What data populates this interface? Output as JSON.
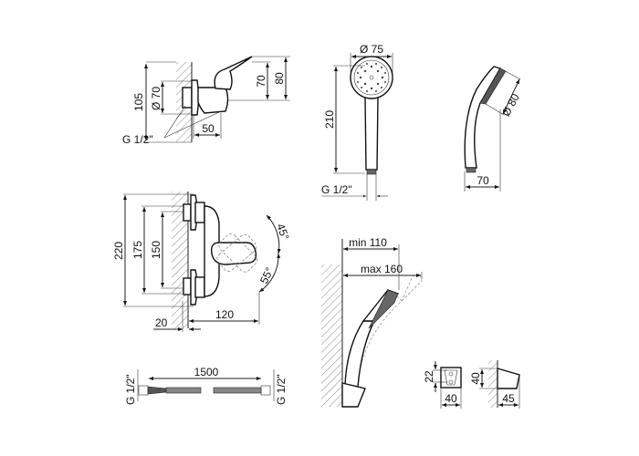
{
  "mixer_top": {
    "d105": "105",
    "d_phi70": "Ø 70",
    "d70": "70",
    "d80": "80",
    "d50": "50",
    "thread": "G 1/2\""
  },
  "mixer_front": {
    "d220": "220",
    "d175": "175",
    "d150": "150",
    "d20": "20",
    "d120": "120",
    "a45": "45°",
    "a55": "55°"
  },
  "hose": {
    "length": "1500",
    "thread_left": "G 1/2\"",
    "thread_right": "G 1/2\""
  },
  "handshower_front": {
    "d_phi75": "Ø 75",
    "d210": "210",
    "thread": "G 1/2\""
  },
  "handshower_side": {
    "d_phi80": "Ø 80",
    "d70": "70"
  },
  "wall_mount": {
    "min": "min 110",
    "max": "max 160"
  },
  "holder": {
    "front_h": "22",
    "front_w": "40",
    "side_h": "40",
    "side_w": "45"
  }
}
